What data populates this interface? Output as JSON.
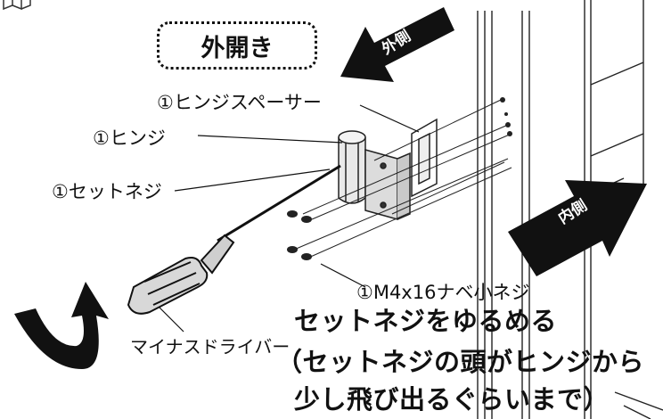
{
  "title_badge": "外開き",
  "arrows": {
    "outside": "外側",
    "inside": "内側"
  },
  "labels": {
    "hinge_spacer": "①ヒンジスペーサー",
    "hinge": "①ヒンジ",
    "set_screw": "①セットネジ",
    "pan_screw": "①M4x16ナベ小ネジ",
    "screwdriver": "マイナスドライバー"
  },
  "instructions": {
    "line1": "セットネジをゆるめる",
    "line2": "（セットネジの頭がヒンジから",
    "line3": "少し飛び出るぐらいまで）"
  },
  "icons": [
    "corner-part-icon",
    "rotate-arrow-icon",
    "screwdriver-icon"
  ]
}
